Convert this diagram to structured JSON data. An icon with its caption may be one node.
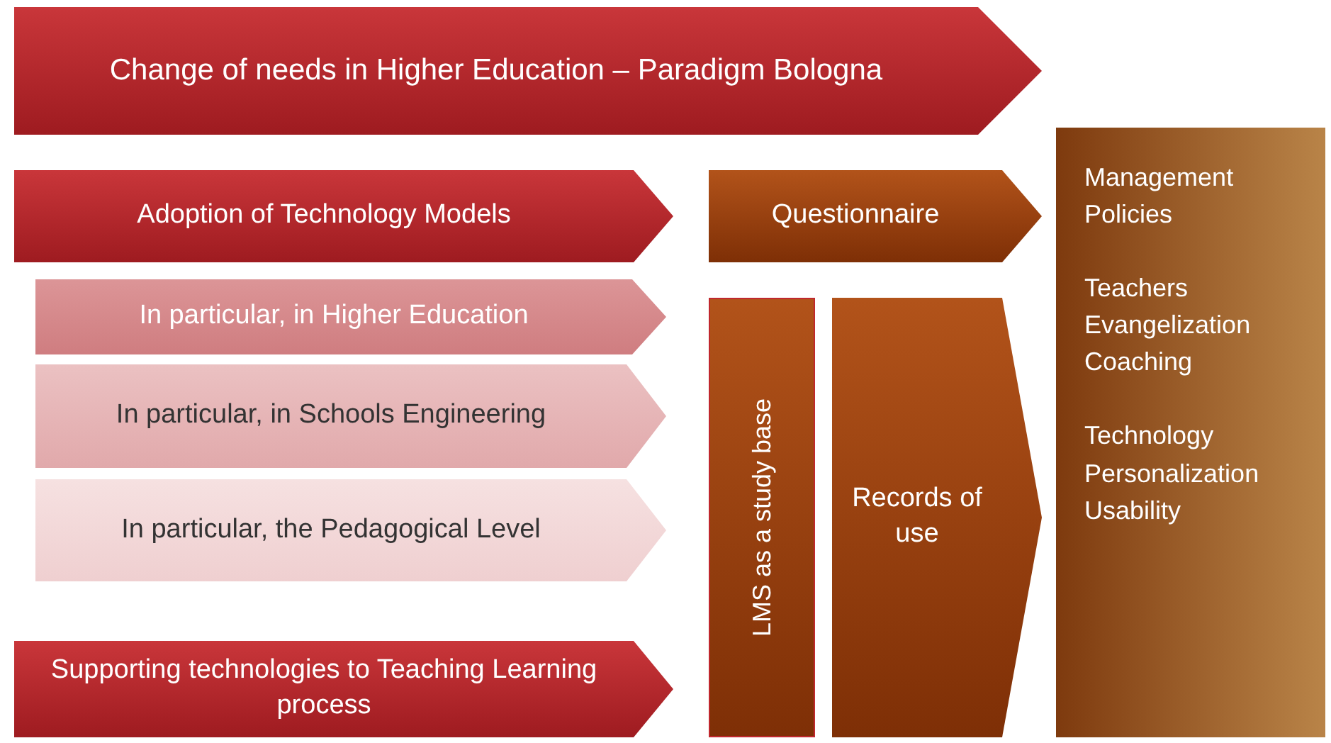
{
  "diagram": {
    "nodes": [
      {
        "text": [
          "Change of needs in Higher Education – Paradigm Bologna"
        ]
      },
      {
        "text": [
          "Adoption of Technology Models"
        ]
      },
      {
        "text": [
          "In particular, in Higher Education"
        ]
      },
      {
        "text": [
          "In particular, in Schools Engineering"
        ]
      },
      {
        "text": [
          "In particular, the Pedagogical Level"
        ]
      },
      {
        "text": [
          "Supporting technologies to Teaching Learning process"
        ]
      },
      {
        "text": [
          "Questionnaire"
        ]
      },
      {
        "text": [
          "LMS as a study base"
        ]
      },
      {
        "text": [
          "Records of use"
        ]
      },
      {
        "text": [
          "Management Policies",
          "Teachers Evangelization Coaching",
          "Technology Personalization Usability"
        ]
      }
    ]
  }
}
